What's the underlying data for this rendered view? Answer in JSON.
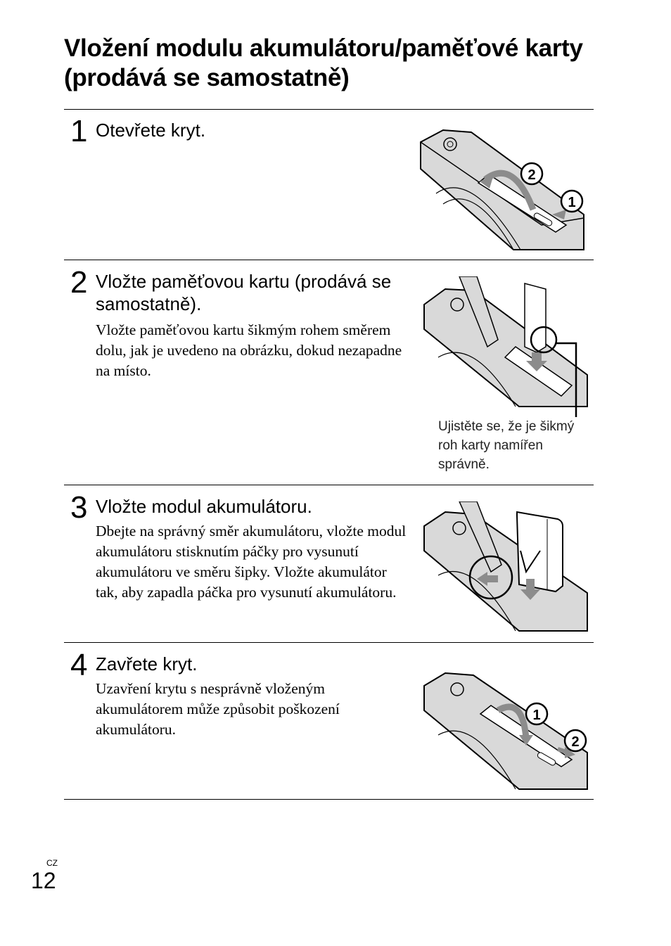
{
  "title": "Vložení modulu akumulátoru/paměťové karty (prodává se samostatně)",
  "steps": [
    {
      "number": "1",
      "heading": "Otevřete kryt.",
      "body": "",
      "callouts": [
        "1",
        "2"
      ]
    },
    {
      "number": "2",
      "heading": "Vložte paměťovou kartu (prodává se samostatně).",
      "body": "Vložte paměťovou kartu šikmým rohem směrem dolu, jak je uvedeno na obrázku, dokud nezapadne na místo.",
      "caption": "Ujistěte se, že je šikmý roh karty namířen správně."
    },
    {
      "number": "3",
      "heading": "Vložte modul akumulátoru.",
      "body": "Dbejte na správný směr akumulátoru, vložte modul akumulátoru stisknutím páčky pro vysunutí akumulátoru ve směru šipky. Vložte akumulátor tak, aby zapadla páčka pro vysunutí akumulátoru."
    },
    {
      "number": "4",
      "heading": "Zavřete kryt.",
      "body": "Uzavření krytu s nesprávně vloženým akumulátorem může způsobit poškození akumulátoru.",
      "callouts": [
        "1",
        "2"
      ]
    }
  ],
  "footer": {
    "language": "CZ",
    "page_number": "12"
  },
  "colors": {
    "illustration_fill": "#d9d9d9",
    "illustration_stroke": "#000000",
    "arrow": "#8c8c8c"
  }
}
